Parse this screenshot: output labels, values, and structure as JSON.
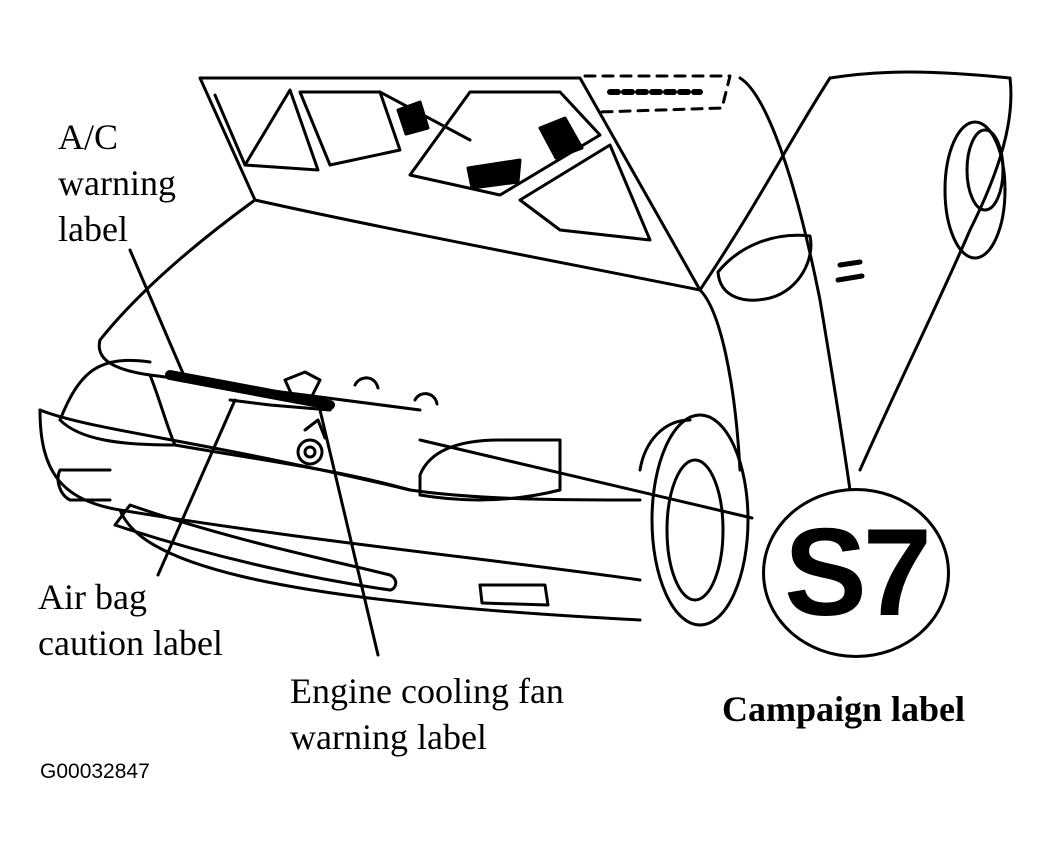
{
  "labels": {
    "ac_warning": [
      "A/C",
      "warning",
      "label"
    ],
    "airbag_caution": [
      "Air bag",
      "caution label"
    ],
    "engine_fan_warning": [
      "Engine cooling fan",
      "warning label"
    ],
    "campaign": "Campaign label"
  },
  "badge": {
    "text": "S7"
  },
  "figure_id": "G00032847",
  "colors": {
    "ink": "#000000",
    "paper": "#ffffff"
  }
}
